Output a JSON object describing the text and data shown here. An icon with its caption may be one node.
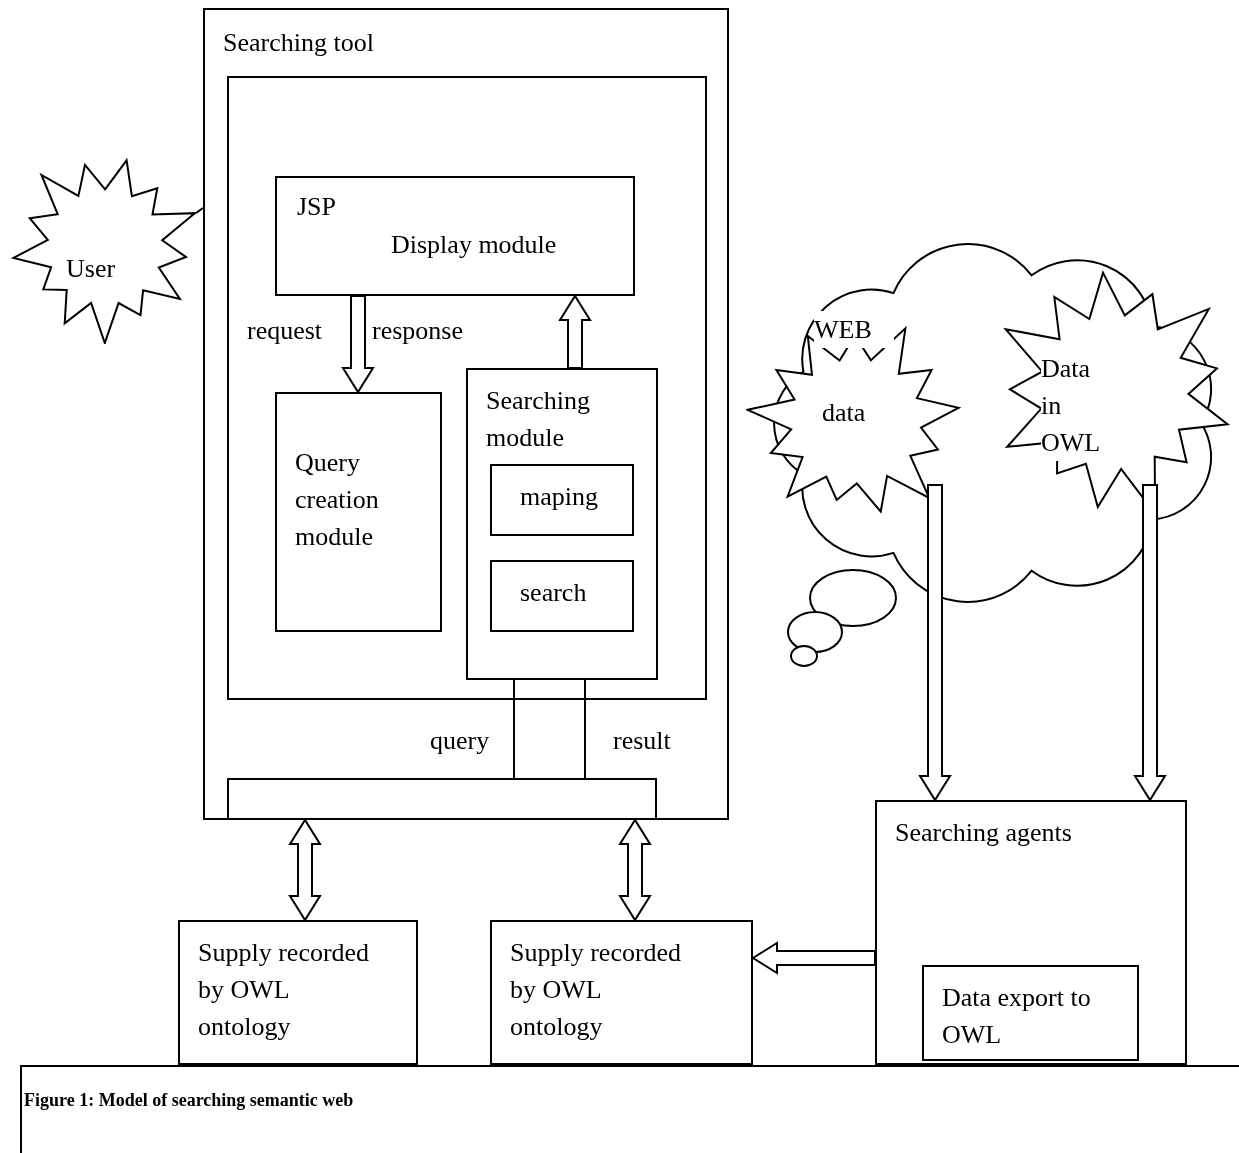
{
  "diagram": {
    "caption": "Figure 1: Model of searching semantic web",
    "nodes": [
      {
        "text": [
          "Searching tool"
        ]
      },
      {
        "text": [],
        "shape": "box",
        "in": 0
      },
      {
        "text": [
          "JSP",
          "Display module"
        ],
        "in": 1
      },
      {
        "text": [
          "Query creation module"
        ],
        "in": 1
      },
      {
        "text": [
          "Searching module"
        ],
        "in": 1
      },
      {
        "text": [
          "maping"
        ],
        "in": 4
      },
      {
        "text": [
          "search"
        ],
        "in": 4
      },
      {
        "text": [],
        "shape": "box",
        "in": 0
      },
      {
        "text": [
          "User"
        ]
      },
      {
        "text": [
          "WEB"
        ]
      },
      {
        "text": [
          "data"
        ]
      },
      {
        "text": [
          "Data in OWL"
        ]
      },
      {
        "text": [
          "Supply recorded by OWL ontology"
        ]
      },
      {
        "text": [
          "Supply recorded by OWL ontology"
        ]
      },
      {
        "text": [
          "Searching agents"
        ]
      },
      {
        "text": [
          "Data export to OWL"
        ],
        "in": 14
      }
    ],
    "edges": [
      {
        "from": 8,
        "to": 0,
        "arrow": "none"
      },
      {
        "from": 2,
        "to": 3,
        "arrow": "to",
        "style": "thick",
        "label": "request"
      },
      {
        "from": 4,
        "to": 2,
        "arrow": "to",
        "style": "thick"
      },
      {
        "from": 4,
        "to": 7,
        "arrow": "none",
        "label": "query"
      },
      {
        "from": 4,
        "to": 7,
        "arrow": "none",
        "label": "result"
      },
      {
        "from": 7,
        "to": 12,
        "arrow": "both",
        "style": "thick"
      },
      {
        "from": 7,
        "to": 13,
        "arrow": "both",
        "style": "thick"
      },
      {
        "from": 14,
        "to": 13,
        "arrow": "to",
        "style": "thick"
      },
      {
        "from": 10,
        "to": 14,
        "arrow": "to",
        "style": "thick"
      },
      {
        "from": 11,
        "to": 14,
        "arrow": "to",
        "style": "thick"
      }
    ],
    "labels": [
      "response"
    ]
  }
}
